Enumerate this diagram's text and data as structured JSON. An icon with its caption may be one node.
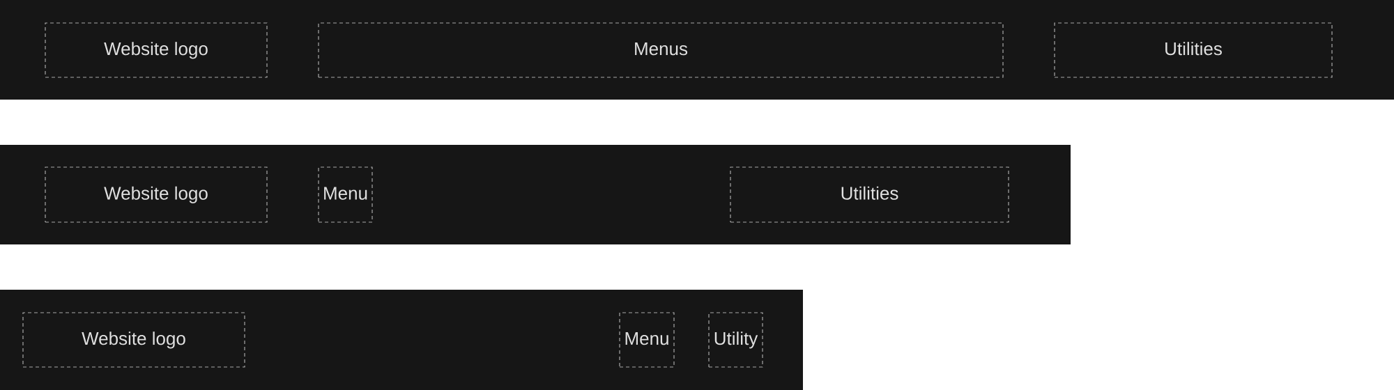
{
  "diagram": {
    "nodes": [
      {
        "text": [],
        "shape": "bar"
      },
      {
        "text": [
          "Website logo"
        ],
        "in": 0
      },
      {
        "text": [
          "Menus"
        ],
        "in": 0
      },
      {
        "text": [
          "Utilities"
        ],
        "in": 0
      },
      {
        "text": [],
        "shape": "bar"
      },
      {
        "text": [
          "Website logo"
        ],
        "in": 4
      },
      {
        "text": [
          "Menu"
        ],
        "in": 4
      },
      {
        "text": [
          "Utilities"
        ],
        "in": 4
      },
      {
        "text": [],
        "shape": "bar"
      },
      {
        "text": [
          "Website logo"
        ],
        "in": 8
      },
      {
        "text": [
          "Menu"
        ],
        "in": 8
      },
      {
        "text": [
          "Utility"
        ],
        "in": 8
      }
    ]
  }
}
